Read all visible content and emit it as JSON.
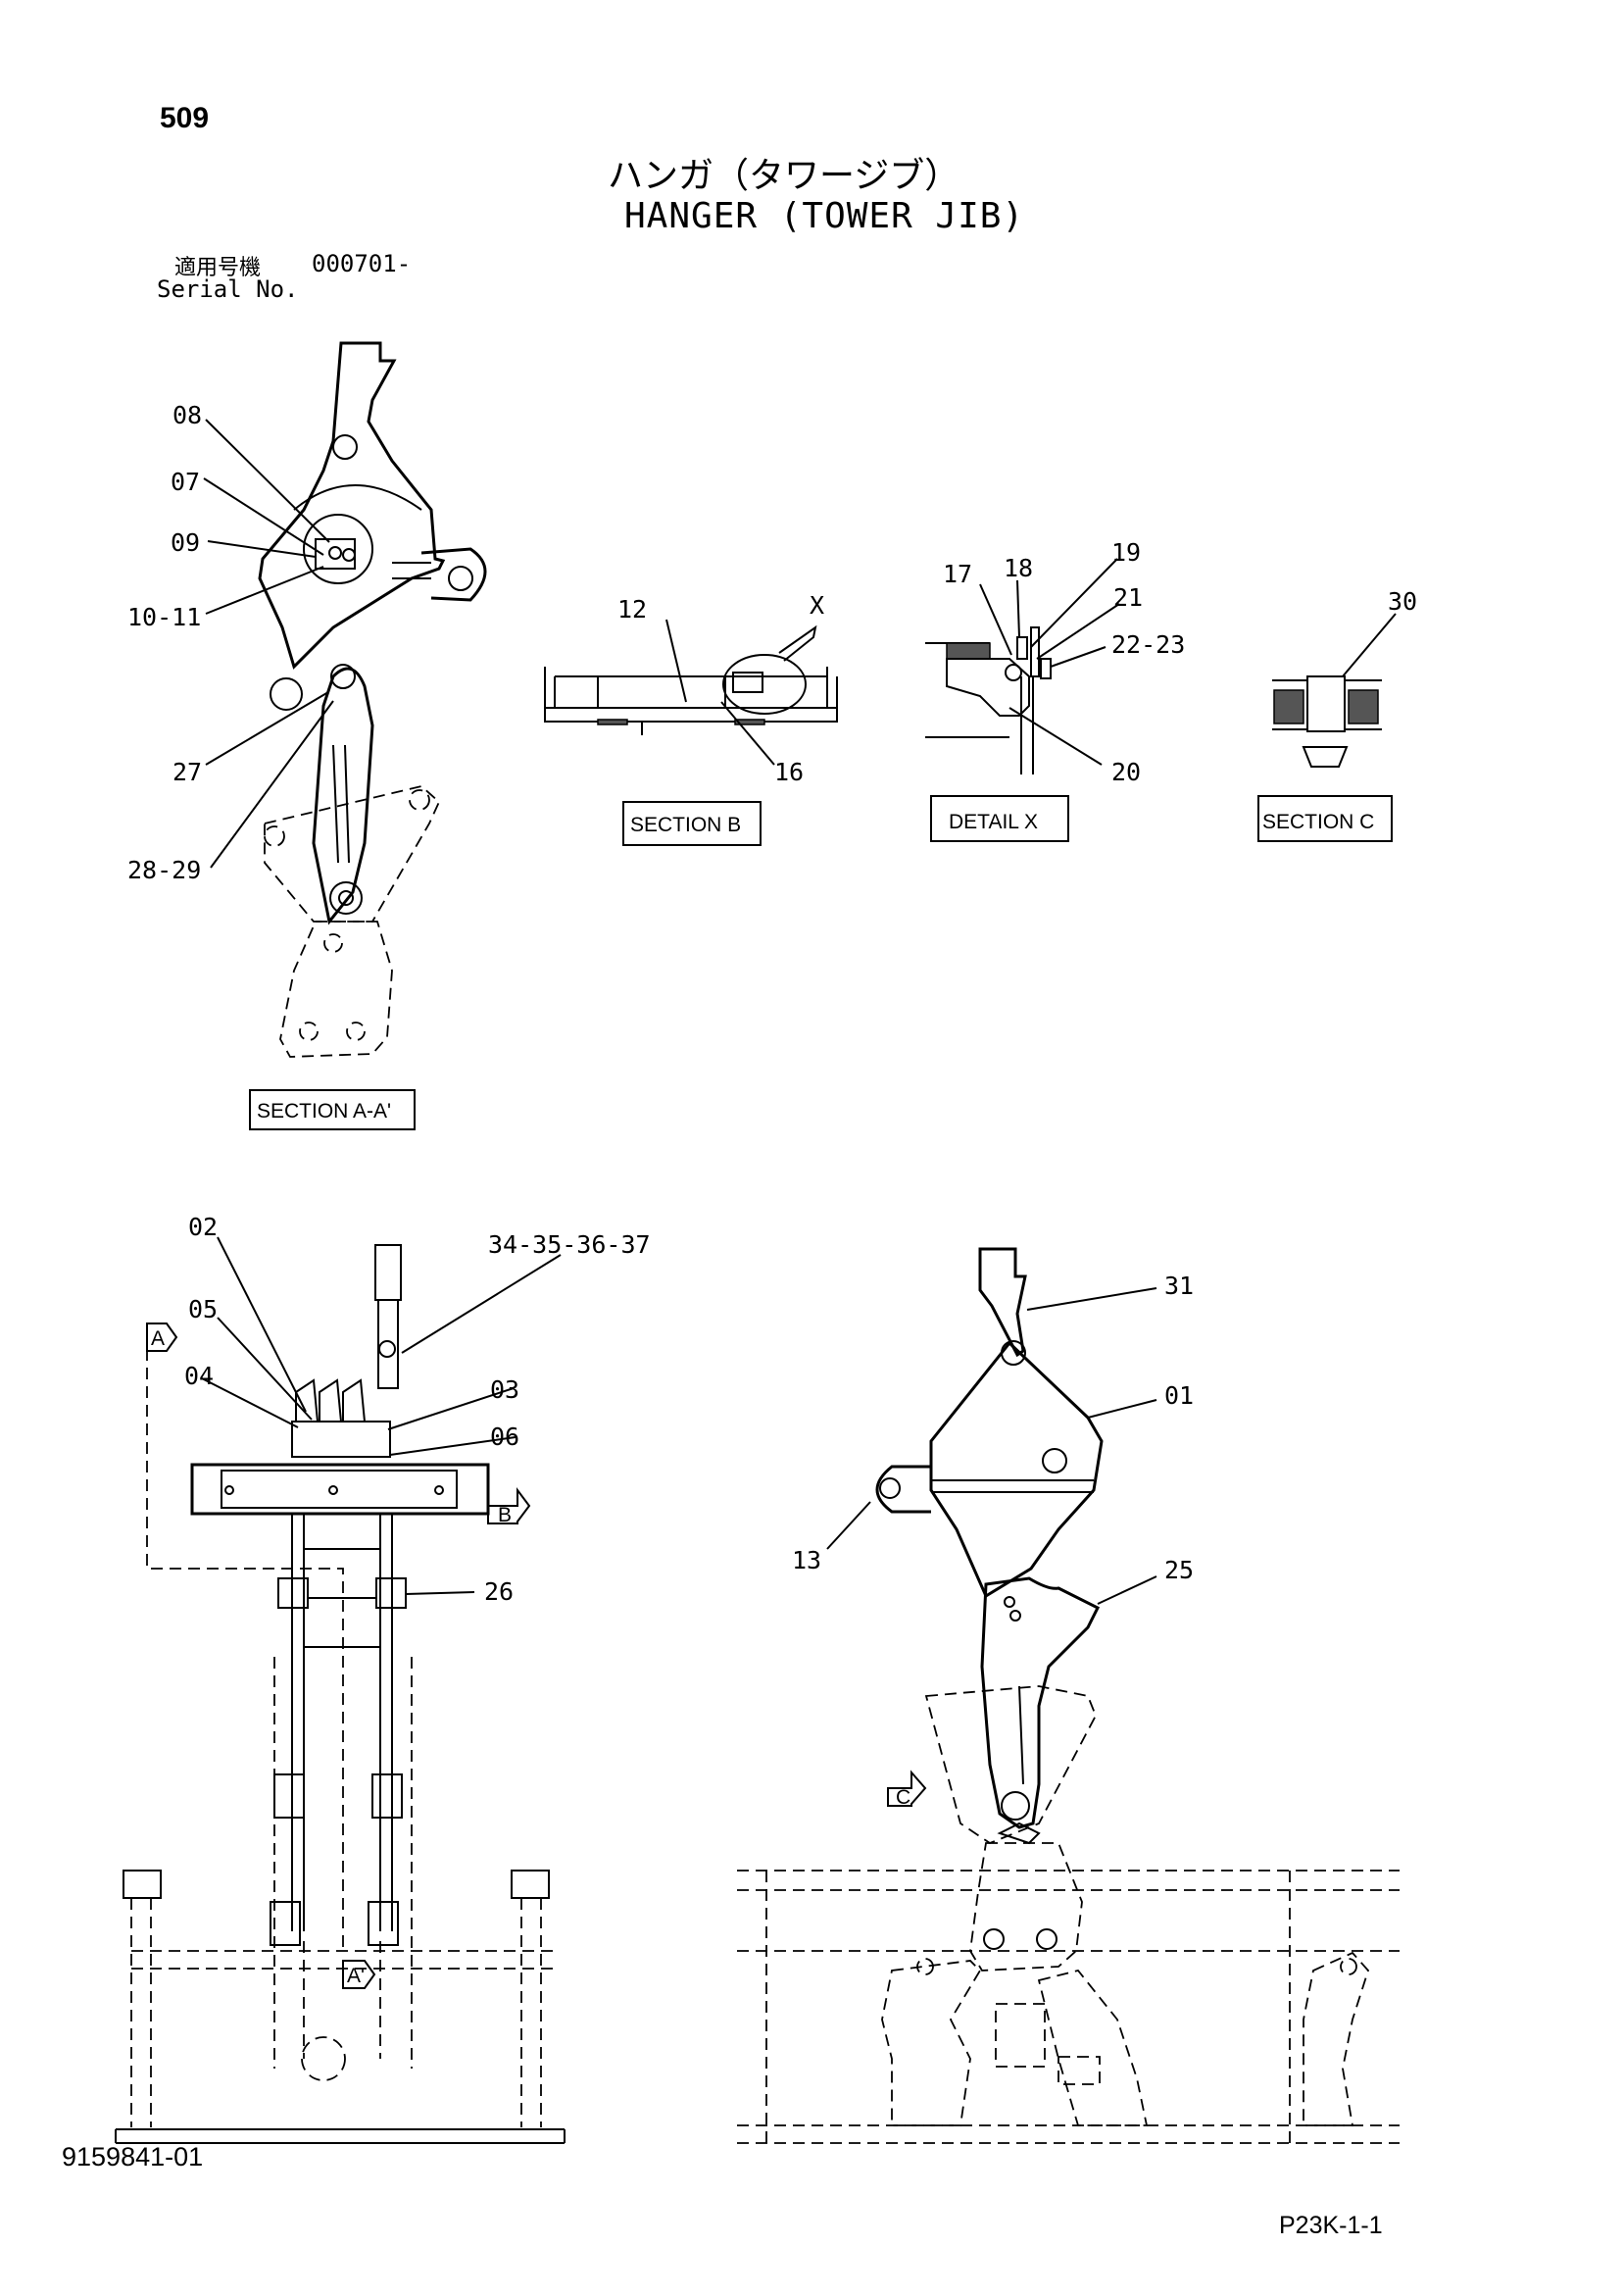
{
  "header": {
    "page_number": "509",
    "title_jp": "ハンガ（タワージブ）",
    "title_en": "HANGER (TOWER JIB)",
    "serial_label_jp": "適用号機",
    "serial_value": "000701-",
    "serial_label_en": "Serial No."
  },
  "views": {
    "section_aa": "SECTION A-A'",
    "section_b": "SECTION B",
    "detail_x": "DETAIL X",
    "section_c": "SECTION C",
    "detail_marker": "X",
    "arrow_a": "A",
    "arrow_b": "B",
    "arrow_c": "C",
    "arrow_a2": "A'"
  },
  "callouts": {
    "c08": "08",
    "c07": "07",
    "c09": "09",
    "c10_11": "10-11",
    "c27": "27",
    "c28_29": "28-29",
    "c12": "12",
    "c16": "16",
    "c17": "17",
    "c18": "18",
    "c19": "19",
    "c21": "21",
    "c22_23": "22-23",
    "c20": "20",
    "c30": "30",
    "c02": "02",
    "c05": "05",
    "c04": "04",
    "c03": "03",
    "c06": "06",
    "c34_37": "34-35-36-37",
    "c26": "26",
    "c31": "31",
    "c01": "01",
    "c13": "13",
    "c25": "25"
  },
  "footer": {
    "drawing_number": "9159841-01",
    "sheet_number": "P23K-1-1"
  }
}
